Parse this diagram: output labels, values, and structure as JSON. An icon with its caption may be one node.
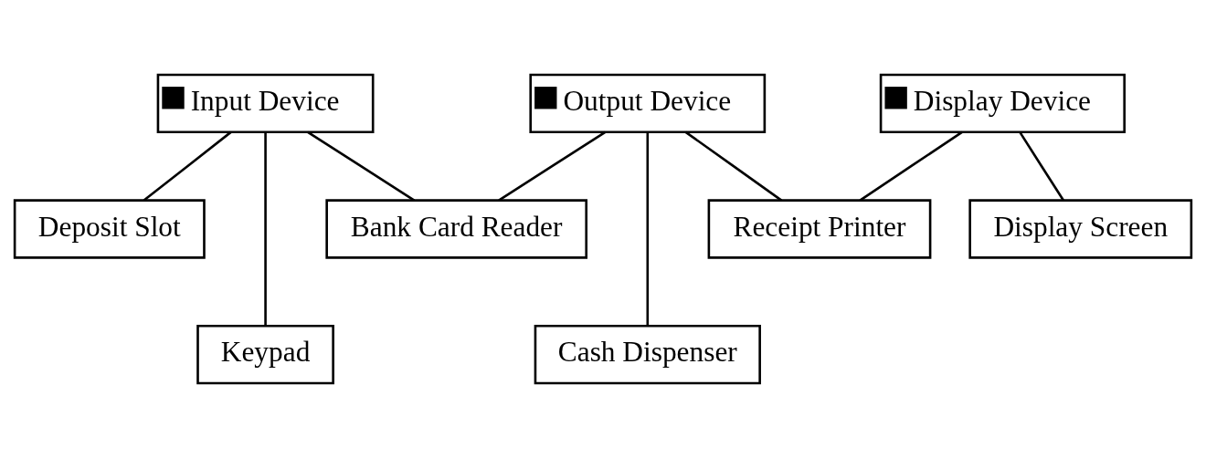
{
  "diagram": {
    "nodes": [
      {
        "text": [
          "Input Device"
        ]
      },
      {
        "text": [
          "Output Device"
        ]
      },
      {
        "text": [
          "Display Device"
        ]
      },
      {
        "text": [
          "Deposit Slot"
        ]
      },
      {
        "text": [
          "Bank Card Reader"
        ]
      },
      {
        "text": [
          "Receipt Printer"
        ]
      },
      {
        "text": [
          "Display Screen"
        ]
      },
      {
        "text": [
          "Keypad"
        ]
      },
      {
        "text": [
          "Cash Dispenser"
        ]
      }
    ],
    "edges": [
      {
        "from": 0,
        "to": 3,
        "arrow": "none"
      },
      {
        "from": 0,
        "to": 7,
        "arrow": "none"
      },
      {
        "from": 0,
        "to": 4,
        "arrow": "none"
      },
      {
        "from": 1,
        "to": 4,
        "arrow": "none"
      },
      {
        "from": 1,
        "to": 8,
        "arrow": "none"
      },
      {
        "from": 1,
        "to": 5,
        "arrow": "none"
      },
      {
        "from": 2,
        "to": 5,
        "arrow": "none"
      },
      {
        "from": 2,
        "to": 6,
        "arrow": "none"
      }
    ]
  }
}
